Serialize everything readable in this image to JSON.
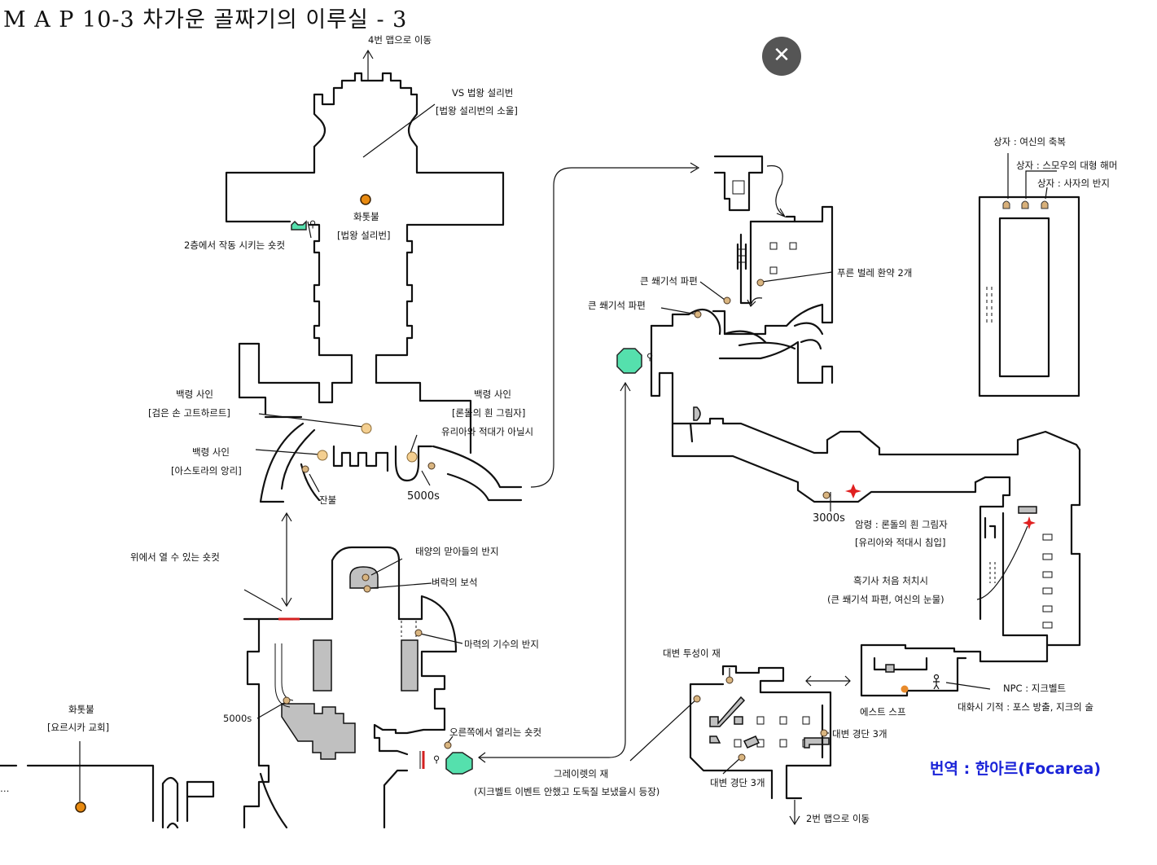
{
  "title": "M A P 10-3 차가운 골짜기의 이루실 - 3",
  "close_label": "✕",
  "credit": "번역 : 한아르(Focarea)",
  "labels": {
    "to_map4": "4번 맵으로 이동",
    "vs_pontiff": "VS 법왕 설리번",
    "pontiff_soul": "[법왕 설리번의 소울]",
    "bonfire_pontiff": "화톳불",
    "bonfire_pontiff_name": "[법왕 설리번]",
    "shortcut_2f": "2층에서 작동 시키는 숏컷",
    "phantom_left": "백령 사인",
    "phantom_left_name": "[검은 손 고트하르트]",
    "phantom_mid": "백령 사인",
    "phantom_mid_name": "[아스토라의 앙리]",
    "phantom_right": "백령 사인",
    "phantom_right_name": "[론돌의 흰 그림자]",
    "yuria_not_hostile": "유리아와 적대가 아닐시",
    "ember": "잔불",
    "souls_5000_top": "5000s",
    "shortcut_from_above": "위에서 열 수 있는 숏컷",
    "sun_ring": "태양의 맏아들의 반지",
    "lightning_gem": "벼락의 보석",
    "magic_ring": "마력의 기수의 반지",
    "souls_5000_bottom": "5000s",
    "shortcut_right": "오른쪽에서 열리는 숏컷",
    "bonfire_church": "화톳불",
    "bonfire_church_name": "[요르시카 교회]",
    "left_ellipsis": "…",
    "large_titanite_1": "큰 쐐기석 파편",
    "large_titanite_2": "큰 쐐기석 파편",
    "blue_bug_pellet": "푸른 벌레 환약 2개",
    "souls_3000": "3000s",
    "dark_spirit": "암령 : 론돌의 흰 그림자",
    "yuria_hostile_invade": "[유리아와 적대시 침입]",
    "black_knight": "흑기사 처음 처치시",
    "black_knight_drop": "(큰 쐐기석 파편, 여신의 눈물)",
    "chest_blessing": "상자 : 여신의 축복",
    "chest_hammer": "상자 : 스모우의 대형 해머",
    "chest_lion_ring": "상자 : 사자의 반지",
    "large_soul_dreg_1": "대변 투성이 재",
    "large_soul_dreg_2": "대변 경단 3개",
    "large_soul_dreg_3": "대변 경단 3개",
    "estus_shard": "에스트 스프",
    "npc_siegward": "NPC : 지크벨트",
    "siegward_miracle": "대화시 기적 : 포스 방출, 지크의 술",
    "greirat_ash": "그레이렛의 재",
    "greirat_condition": "(지크벨트 이벤트 안했고 도둑질 보냈을시 등장)",
    "to_map2": "2번 맵으로 이동"
  },
  "colors": {
    "bonfire": "#e88a10",
    "shortcut": "#55e0ad",
    "item": "#d9b580",
    "red_marker": "#e02020",
    "credit": "#1a23d8",
    "close_button": "#555555"
  },
  "icons": [
    "close-icon",
    "bonfire-icon",
    "shortcut-marker",
    "item-dot",
    "phantom-sign-dot",
    "red-star-icon",
    "chest-icon",
    "npc-figure-icon",
    "arrow-icon"
  ]
}
